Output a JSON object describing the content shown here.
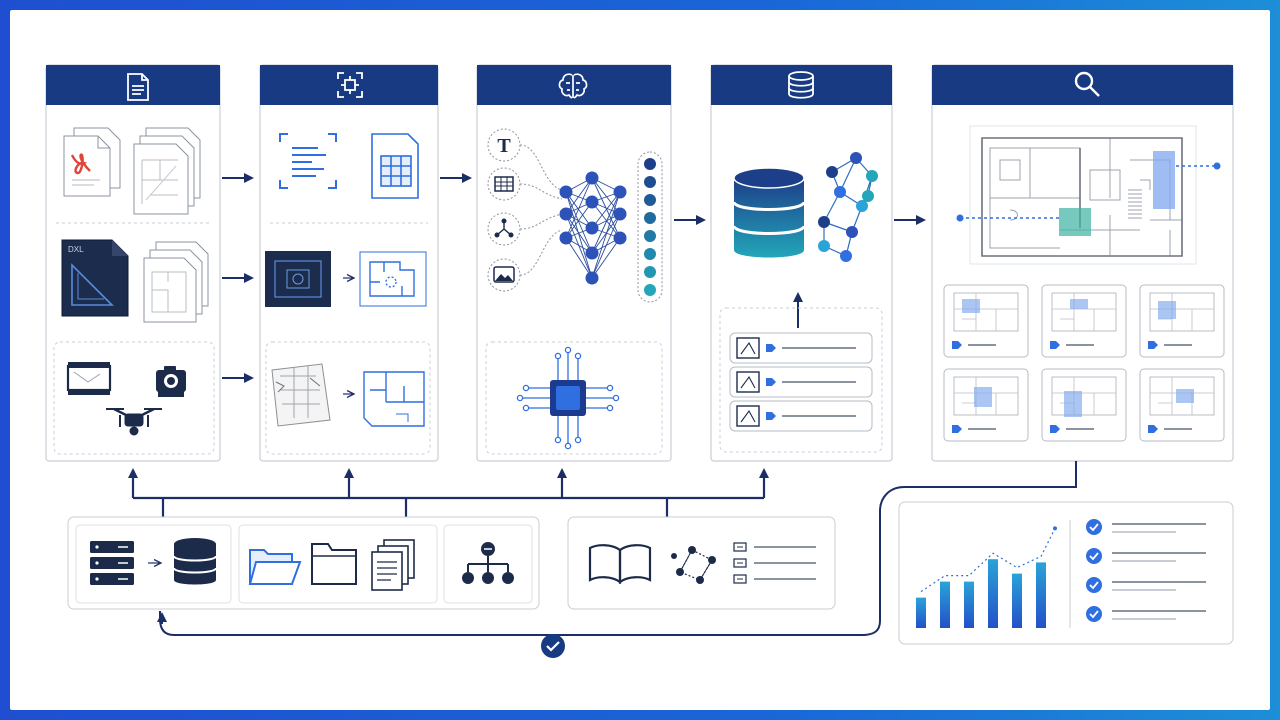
{
  "palette": {
    "navy": "#173a82",
    "blue": "#2f6fe0",
    "teal": "#23a6b9",
    "pdf_red": "#e0453a",
    "border": "#c9ced6",
    "line": "#1b2f66",
    "light_blue": "#7fa7ee"
  },
  "stages": [
    {
      "id": "ingest",
      "header_icon": "document-icon"
    },
    {
      "id": "extract",
      "header_icon": "scan-frame-icon"
    },
    {
      "id": "ai",
      "header_icon": "brain-icon"
    },
    {
      "id": "store",
      "header_icon": "database-icon"
    },
    {
      "id": "search",
      "header_icon": "search-icon"
    }
  ],
  "ingest_icons": [
    "pdf-document-icon",
    "blueprint-stack-icon",
    "cad-drawing-icon",
    "plan-pages-icon",
    "scanner-icon",
    "camera-icon",
    "drone-icon"
  ],
  "extract_icons": [
    "ocr-text-icon",
    "spreadsheet-icon",
    "blueprint-icon",
    "floor-plan-icon",
    "sketch-plan-icon",
    "vector-plan-icon"
  ],
  "ai_icons": [
    "text-t-icon",
    "table-icon",
    "graph-node-icon",
    "image-icon",
    "neural-network-icon",
    "processor-chip-icon"
  ],
  "store_icons": [
    "database-stack-icon",
    "knowledge-graph-icon",
    "tagged-plan-icon"
  ],
  "sources_icons": [
    "server-icon",
    "database-icon",
    "folder-open-icon",
    "folder-icon",
    "file-stack-icon",
    "hierarchy-icon"
  ],
  "knowledge_icons": [
    "book-icon",
    "graph-icon",
    "list-icon"
  ],
  "analytics": {
    "bar_heights": [
      0.38,
      0.58,
      0.58,
      0.86,
      0.68,
      0.82
    ],
    "checklist_count": 4
  }
}
